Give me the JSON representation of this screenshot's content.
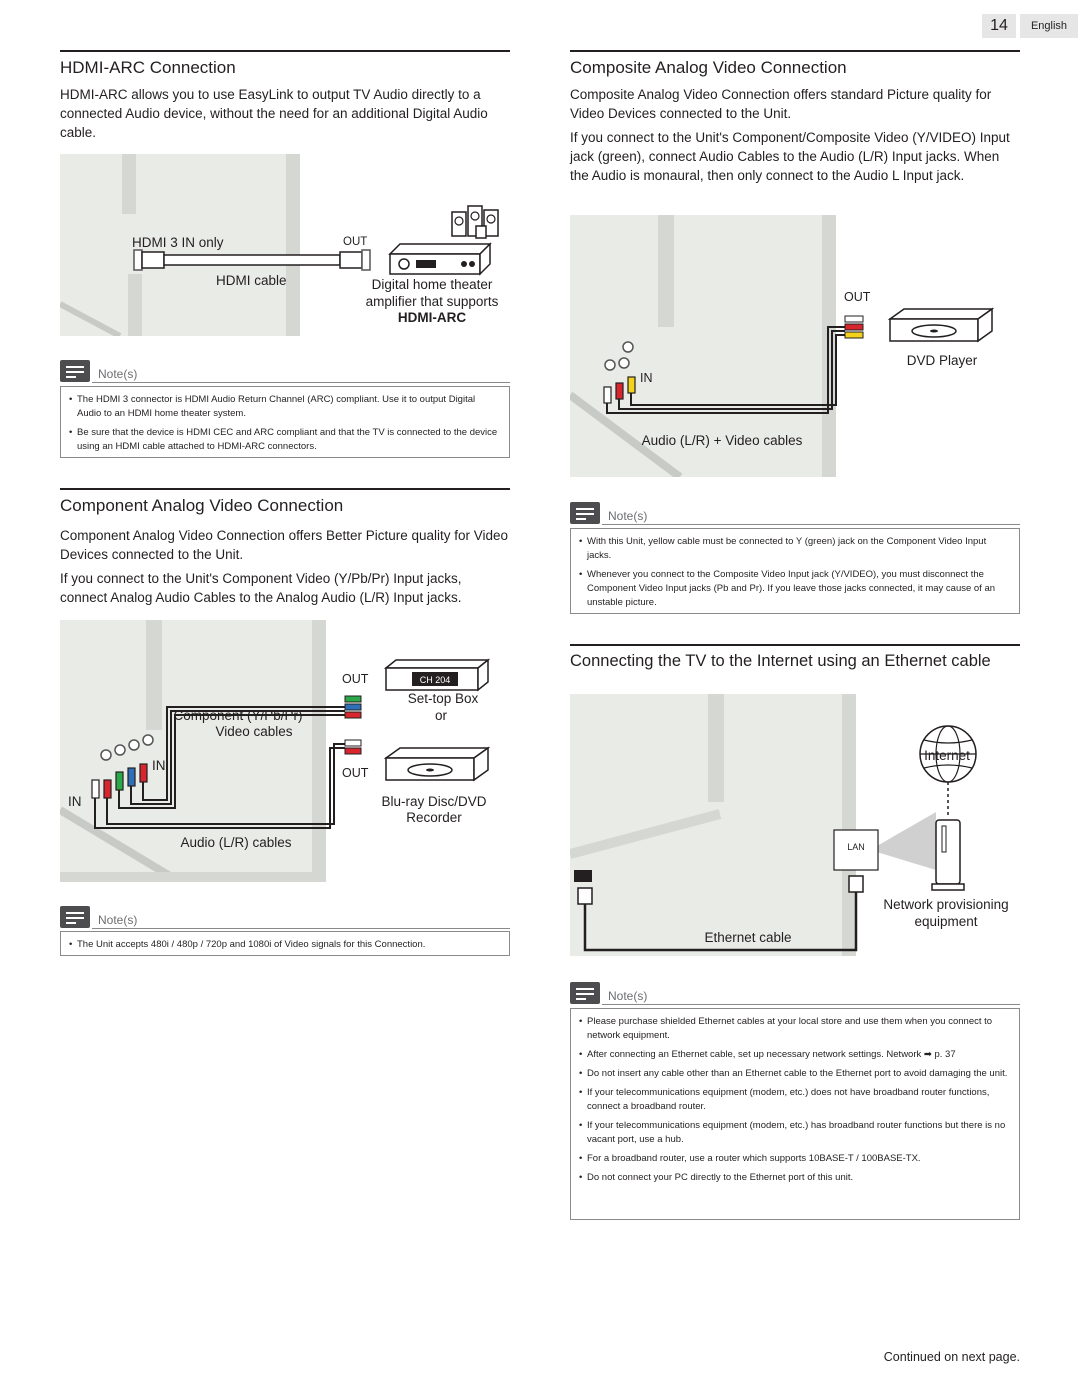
{
  "page": {
    "number": "14",
    "language": "English"
  },
  "hdmi_arc": {
    "title": "HDMI-ARC Connection",
    "body": "HDMI-ARC allows you to use EasyLink to output TV Audio directly to a connected Audio device, without the need for an additional Digital Audio cable.",
    "diagram": {
      "port_label": "HDMI 3 IN only",
      "out_label": "OUT",
      "cable_label": "HDMI cable",
      "device_line1": "Digital home theater",
      "device_line2": "amplifier that supports",
      "device_line3": "HDMI-ARC"
    },
    "notes_label": "Note(s)",
    "notes": [
      "The HDMI 3 connector is HDMI Audio Return Channel (ARC) compliant. Use it to output Digital Audio to an HDMI home theater system.",
      "Be sure that the device is HDMI CEC and ARC compliant and that the TV is connected to the device using an HDMI cable attached to HDMI-ARC connectors."
    ]
  },
  "component": {
    "title": "Component Analog Video Connection",
    "body1": "Component Analog Video Connection offers Better Picture quality for Video Devices connected to the Unit.",
    "body2": "If you connect to the Unit's Component Video (Y/Pb/Pr) Input jacks, connect Analog Audio Cables to the Analog Audio (L/R) Input jacks.",
    "diagram": {
      "out_top": "OUT",
      "display_text": "CH 204",
      "stb_label": "Set-top Box",
      "or_label": "or",
      "comp_line1": "Component (Y/Pb/Pr)",
      "comp_line2": "Video cables",
      "in_right": "IN",
      "in_left": "IN",
      "out_bottom": "OUT",
      "bd_line1": "Blu-ray Disc/DVD",
      "bd_line2": "Recorder",
      "audio_label": "Audio (L/R) cables"
    },
    "notes_label": "Note(s)",
    "notes": [
      "The Unit accepts 480i / 480p / 720p and 1080i of Video signals for this Connection."
    ]
  },
  "composite": {
    "title": "Composite Analog Video Connection",
    "body1": "Composite Analog Video Connection offers standard Picture quality for Video Devices connected to the Unit.",
    "body2": "If you connect to the Unit's Component/Composite Video (Y/VIDEO) Input jack (green), connect Audio Cables to the Audio (L/R) Input jacks. When the Audio is monaural, then only connect to the Audio L Input jack.",
    "diagram": {
      "out_label": "OUT",
      "dvd_label": "DVD Player",
      "in_label": "IN",
      "cable_label": "Audio (L/R) + Video cables"
    },
    "notes_label": "Note(s)",
    "notes": [
      "With this Unit, yellow cable must be connected to Y (green) jack on the Component Video Input jacks.",
      "Whenever you connect to the Composite Video Input jack (Y/VIDEO), you must disconnect the Component Video Input jacks (Pb and Pr). If you leave those jacks connected, it may cause of an unstable picture."
    ]
  },
  "ethernet": {
    "title": "Connecting the TV to the Internet using an Ethernet cable",
    "diagram": {
      "internet_label": "Internet",
      "lan_label": "LAN",
      "device_line1": "Network provisioning",
      "device_line2": "equipment",
      "cable_label": "Ethernet cable"
    },
    "notes_label": "Note(s)",
    "notes": [
      "Please purchase shielded Ethernet cables at your local store and use them when you connect to network equipment.",
      "After connecting an Ethernet cable, set up necessary network settings. Network ➡ p. 37",
      "Do not insert any cable other than an Ethernet cable to the Ethernet port to avoid damaging the unit.",
      "If your telecommunications equipment (modem, etc.) does not have broadband router functions, connect a broadband router.",
      "If your telecommunications equipment (modem, etc.) has broadband router functions but there is no vacant port, use a hub.",
      "For a broadband router, use a router which supports 10BASE-T / 100BASE-TX.",
      "Do not connect your PC directly to the Ethernet port of this unit."
    ]
  },
  "footer": {
    "continued": "Continued on next page."
  },
  "colors": {
    "tv_panel": "#e9ebe6",
    "tv_shade": "#d5d8d2",
    "cable": "#231f20",
    "red": "#d7262e",
    "green": "#2aa84a",
    "blue": "#2e6fb7",
    "yellow": "#f2d21b"
  }
}
